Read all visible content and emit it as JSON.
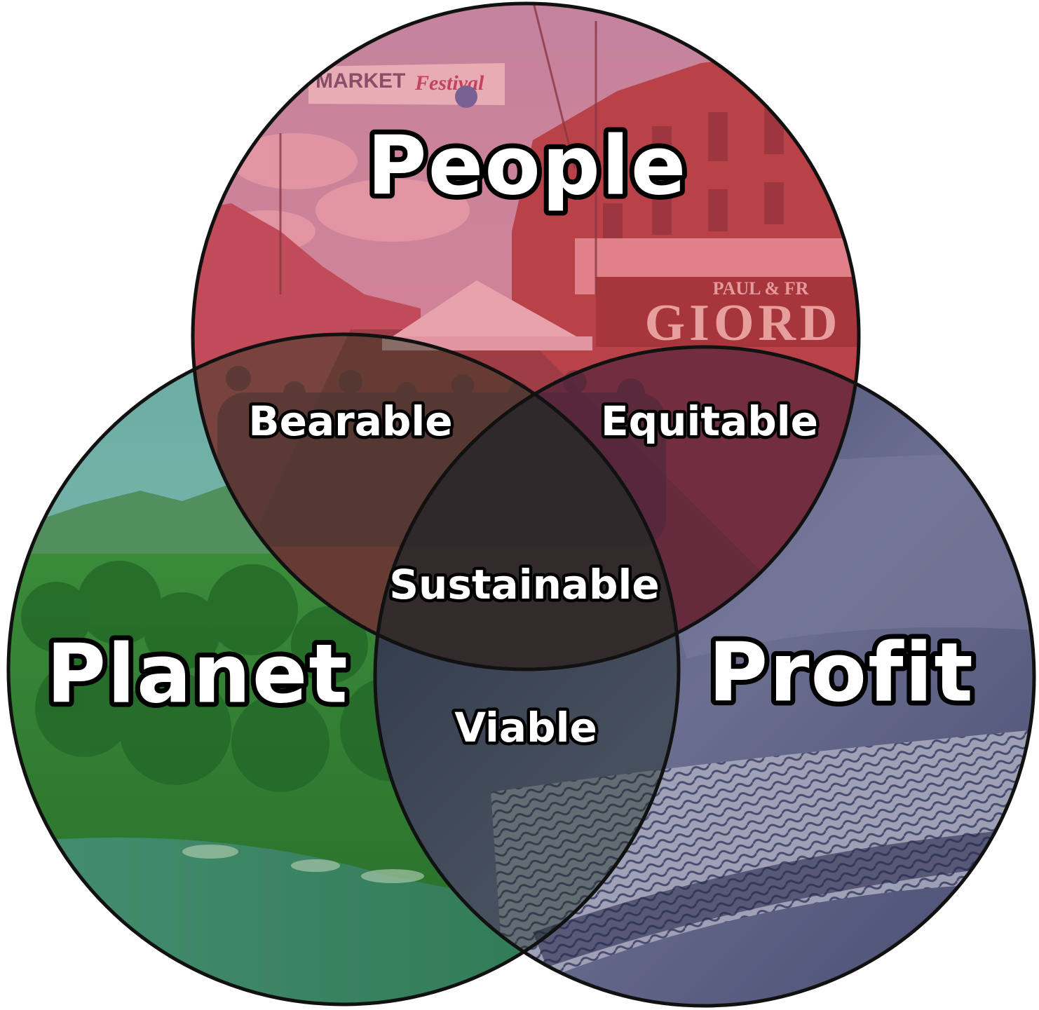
{
  "diagram": {
    "circles": {
      "people": {
        "label": "People",
        "tint": "#d8505e",
        "image_subject": "street market festival crowd"
      },
      "planet": {
        "label": "Planet",
        "tint": "#2f8f3c",
        "image_subject": "forested mountain and river"
      },
      "profit": {
        "label": "Profit",
        "tint": "#3a3f6b",
        "image_subject": "banknote close-up"
      }
    },
    "overlaps": {
      "people_planet": "Bearable",
      "people_profit": "Equitable",
      "planet_profit": "Viable",
      "all_three": "Sustainable"
    },
    "scene_texts": {
      "banner_market": "MARKET",
      "banner_festival": "Festival",
      "shop_sign_top": "PAUL & FR",
      "shop_sign_main": "GIORD"
    },
    "colors": {
      "outline": "#111111",
      "label_fill": "#ffffff",
      "label_stroke": "#000000",
      "background": "#ffffff"
    }
  }
}
